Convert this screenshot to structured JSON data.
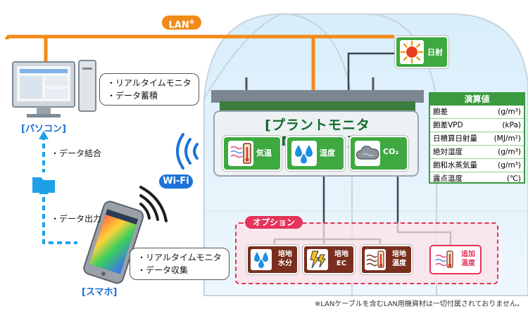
{
  "lan": {
    "label": "LAN",
    "mark": "※"
  },
  "wifi": {
    "label": "Wi-Fi"
  },
  "pc": {
    "label": "[パソコン]",
    "callout": [
      "・リアルタイムモニタ",
      "・データ蓄積"
    ]
  },
  "phone": {
    "label": "[スマホ]",
    "callout": [
      "・リアルタイムモニタ",
      "・データ収集"
    ]
  },
  "flow": {
    "combine": "・データ結合",
    "output": "・データ出力"
  },
  "monitor": {
    "title": "[プラントモニタ MH1000]",
    "sensors": [
      {
        "label": "気温",
        "icon": "thermometer-icon"
      },
      {
        "label": "湿度",
        "icon": "water-drops-icon"
      },
      {
        "label": "CO₂",
        "icon": "cloud-icon"
      }
    ]
  },
  "solar": {
    "label": "日射",
    "icon": "sun-icon"
  },
  "calc": {
    "title": "演算値",
    "rows": [
      {
        "name": "飽差",
        "unit": "(g/m³)"
      },
      {
        "name": "飽差VPD",
        "unit": "(kPa)"
      },
      {
        "name": "日積算日射量",
        "unit": "(MJ/m²)"
      },
      {
        "name": "絶対湿度",
        "unit": "(g/m³)"
      },
      {
        "name": "飽和水蒸気量",
        "unit": "(g/m³)"
      },
      {
        "name": "露点温度",
        "unit": "(℃)"
      }
    ]
  },
  "options": {
    "title": "オプション",
    "items": [
      {
        "line1": "培地",
        "line2": "水分",
        "icon": "soil-moisture-icon"
      },
      {
        "line1": "培地",
        "line2": "EC",
        "icon": "lightning-icon"
      },
      {
        "line1": "培地",
        "line2": "温度",
        "icon": "soil-thermometer-icon"
      },
      {
        "line1": "追加",
        "line2": "温度",
        "icon": "air-thermometer-icon"
      }
    ]
  },
  "footnote": "※LANケーブルを含むLAN用機資材は一切付属されておりません。",
  "colors": {
    "lan": "#f28a17",
    "wifi": "#1d73d9",
    "sensor": "#3ea940",
    "option": "#e5335a",
    "soil": "#7a2f1e"
  }
}
